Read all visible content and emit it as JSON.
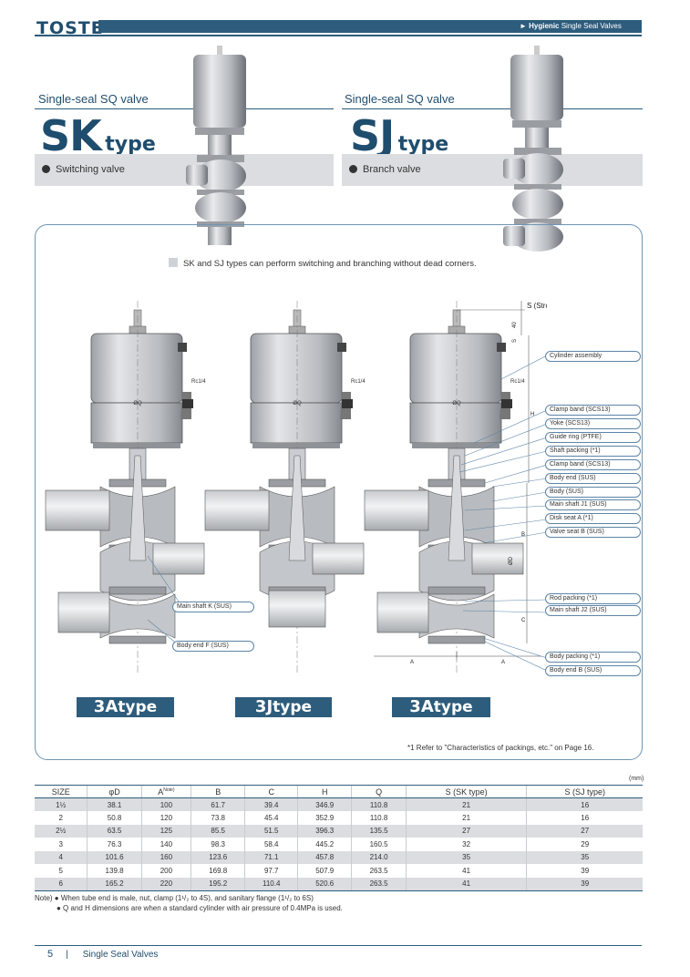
{
  "header": {
    "logo": "TOSTE",
    "section_bold": "Hygienic",
    "section_rest": "Single Seal Valves"
  },
  "sk": {
    "label": "Single-seal SQ valve",
    "code": "SK",
    "type_word": "type",
    "desc": "Switching valve"
  },
  "sj": {
    "label": "Single-seal SQ valve",
    "code": "SJ",
    "type_word": "type",
    "desc": "Branch valve"
  },
  "intro": "SK and SJ types can perform switching and branching without dead corners.",
  "drawings": {
    "cyl_dia": "ØQ",
    "port": "Rc1/4",
    "stroke": "S (Stroke)",
    "dim_40": "40",
    "dim_S": "S",
    "dim_H": "H",
    "dim_B": "B",
    "dim_D": "ØD",
    "dim_C": "C",
    "dim_A": "A"
  },
  "callouts_left": [
    "Main shaft K (SUS)",
    "Body end F (SUS)"
  ],
  "callouts_right": [
    "Cylinder assembly",
    "Clamp band (SCS13)",
    "Yoke (SCS13)",
    "Guide ring (PTFE)",
    "Shaft packing (*1)",
    "Clamp band (SCS13)",
    "Body end (SUS)",
    "Body (SUS)",
    "Main shaft J1 (SUS)",
    "Disk seat A (*1)",
    "Valve seat B (SUS)",
    "Rod packing (*1)",
    "Main shaft J2 (SUS)",
    "Body packing (*1)",
    "Body end B (SUS)"
  ],
  "badges": [
    {
      "code": "3A",
      "word": "type"
    },
    {
      "code": "3J",
      "word": "type"
    },
    {
      "code": "3A",
      "word": "type"
    }
  ],
  "footnote": "*1 Refer to \"Characteristics of packings, etc.\" on Page 16.",
  "table": {
    "unit": "(mm)",
    "headers": [
      "SIZE",
      "φD",
      "A",
      "B",
      "C",
      "H",
      "Q",
      "S (SK type)",
      "S (SJ type)"
    ],
    "header_note": "Note)",
    "rows": [
      [
        "1½",
        "38.1",
        "100",
        "61.7",
        "39.4",
        "346.9",
        "110.8",
        "21",
        "16"
      ],
      [
        "2",
        "50.8",
        "120",
        "73.8",
        "45.4",
        "352.9",
        "110.8",
        "21",
        "16"
      ],
      [
        "2½",
        "63.5",
        "125",
        "85.5",
        "51.5",
        "396.3",
        "135.5",
        "27",
        "27"
      ],
      [
        "3",
        "76.3",
        "140",
        "98.3",
        "58.4",
        "445.2",
        "160.5",
        "32",
        "29"
      ],
      [
        "4",
        "101.6",
        "160",
        "123.6",
        "71.1",
        "457.8",
        "214.0",
        "35",
        "35"
      ],
      [
        "5",
        "139.8",
        "200",
        "169.8",
        "97.7",
        "507.9",
        "263.5",
        "41",
        "39"
      ],
      [
        "6",
        "165.2",
        "220",
        "195.2",
        "110.4",
        "520.6",
        "263.5",
        "41",
        "39"
      ]
    ]
  },
  "notes": [
    "Note) ● When tube end is male, nut, clamp (1¹/₂ to 4S), and sanitary flange (1¹/₂ to 6S)",
    "● Q and H dimensions are when a standard cylinder with air pressure of 0.4MPa is used."
  ],
  "footer": {
    "page": "5",
    "sep": "|",
    "title": "Single Seal Valves"
  },
  "colors": {
    "brand": "#2d5c7c",
    "band": "#dcdde0",
    "frame": "#6f95b5"
  }
}
